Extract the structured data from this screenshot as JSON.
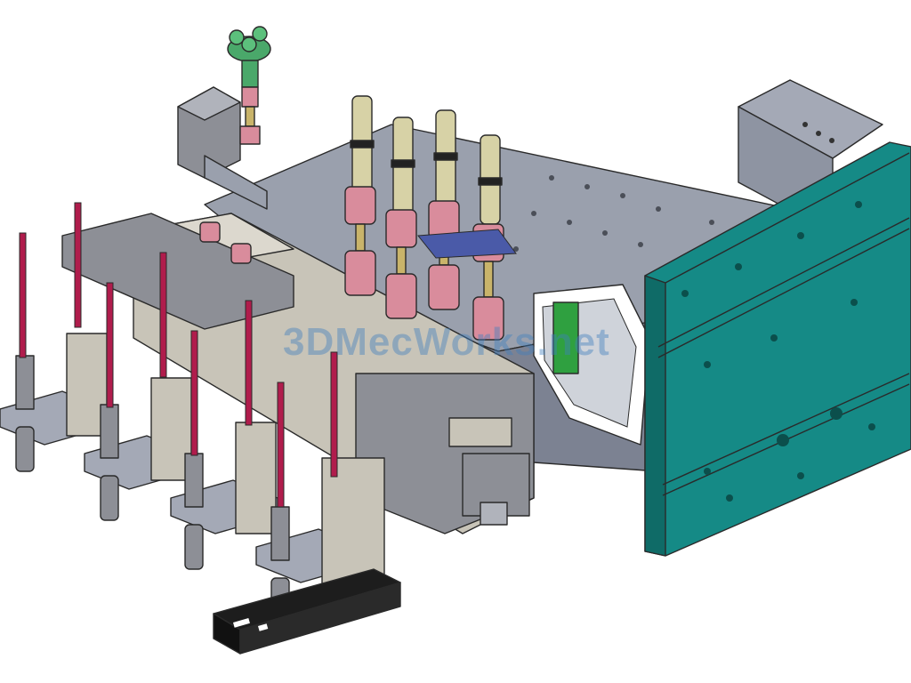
{
  "watermark": "3DMecWorks.net",
  "colors": {
    "background": "#ffffff",
    "frame": "#9aa0ad",
    "frame_dark": "#7c8292",
    "plate": "#158a86",
    "plate_dark": "#0f6b67",
    "block_light": "#c8c4b8",
    "block_mid": "#8d8f96",
    "fitting_pink": "#d98c9c",
    "fitting_green": "#4aa86a",
    "rod_red": "#b01c4c",
    "cylinder_beige": "#d7d2a6",
    "phone_black": "#1d1d1d",
    "edge": "#2a2a2a"
  },
  "parts": {
    "rod_count": 8,
    "vertical_cylinder_count": 4,
    "suction_station_count": 4
  }
}
